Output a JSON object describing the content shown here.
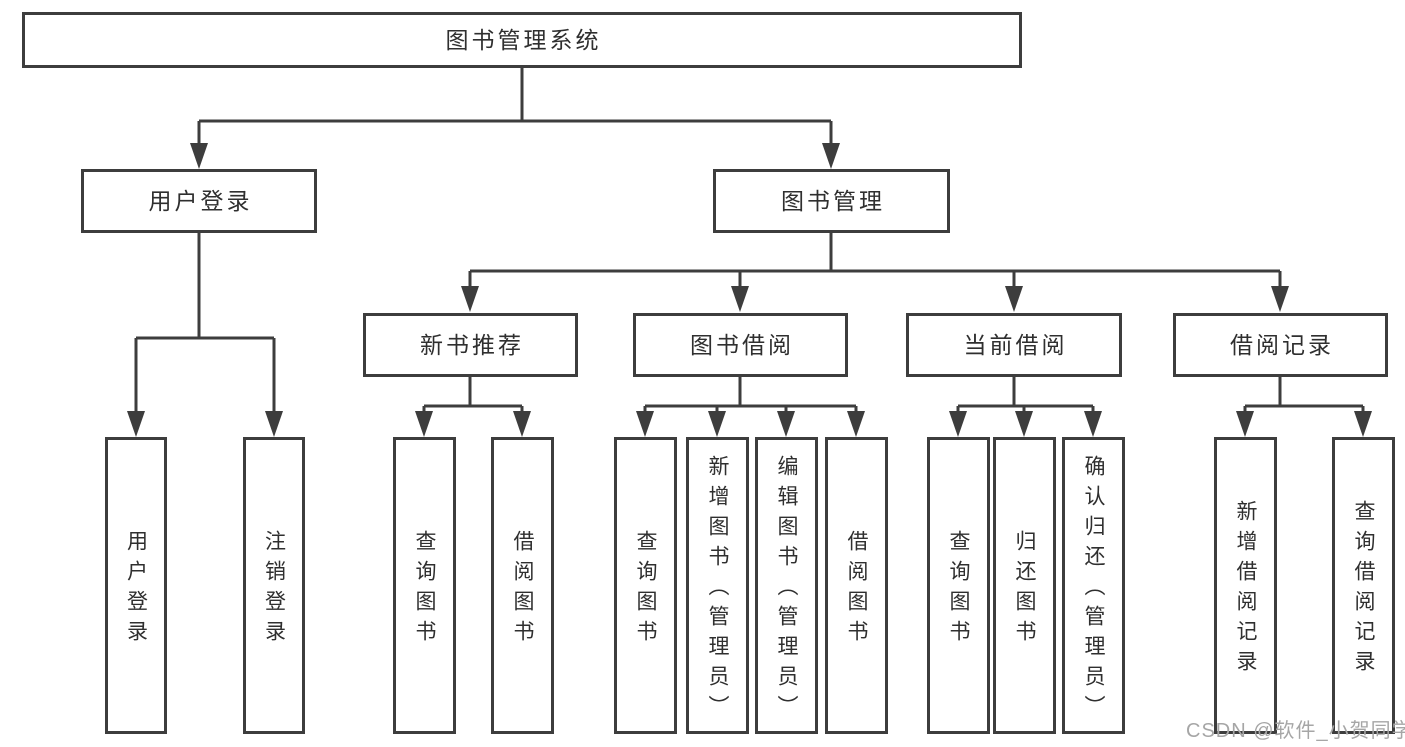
{
  "diagram_title": "图书管理系统",
  "colors": {
    "line": "#3d3d3d",
    "box_border": "#3d3d3d",
    "text": "#2f2f2f",
    "background": "#ffffff",
    "watermark": "#a6a6a6"
  },
  "watermark": {
    "label": "CSDN @软件_小贺同学"
  },
  "tree": {
    "label": "图书管理系统",
    "children": [
      {
        "label": "用户登录",
        "children": [
          {
            "label": "用户登录"
          },
          {
            "label": "注销登录"
          }
        ]
      },
      {
        "label": "图书管理",
        "children": [
          {
            "label": "新书推荐",
            "children": [
              {
                "label": "查询图书"
              },
              {
                "label": "借阅图书"
              }
            ]
          },
          {
            "label": "图书借阅",
            "children": [
              {
                "label": "查询图书"
              },
              {
                "label": "新增图书（管理员）"
              },
              {
                "label": "编辑图书（管理员）"
              },
              {
                "label": "借阅图书"
              }
            ]
          },
          {
            "label": "当前借阅",
            "children": [
              {
                "label": "查询图书"
              },
              {
                "label": "归还图书"
              },
              {
                "label": "确认归还（管理员）"
              }
            ]
          },
          {
            "label": "借阅记录",
            "children": [
              {
                "label": "新增借阅记录"
              },
              {
                "label": "查询借阅记录"
              }
            ]
          }
        ]
      }
    ]
  }
}
